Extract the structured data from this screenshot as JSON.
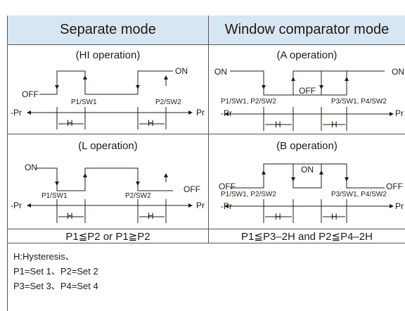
{
  "header": {
    "separate": "Separate mode",
    "window": "Window comparator mode"
  },
  "panels": {
    "hi": {
      "title": "(HI operation)",
      "on": "ON",
      "off": "OFF",
      "sw1": "P1/SW1",
      "sw2": "P2/SW2",
      "neg": "-Pr",
      "pos": "Pr",
      "h": "H"
    },
    "a": {
      "title": "(A operation)",
      "on_left": "ON",
      "on_right": "ON",
      "off": "OFF",
      "sw_left": "P1/SW1, P2/SW2",
      "sw_right": "P3/SW1, P4/SW2",
      "neg": "-Pr",
      "pos": "Pr",
      "h": "H"
    },
    "l": {
      "title": "(L operation)",
      "on": "ON",
      "off": "OFF",
      "sw1": "P1/SW1",
      "sw2": "P2/SW2",
      "neg": "-Pr",
      "pos": "Pr",
      "h": "H"
    },
    "b": {
      "title": "(B operation)",
      "on": "ON",
      "off_left": "OFF",
      "off_right": "OFF",
      "sw_left": "P1/SW1, P2/SW2",
      "sw_right": "P3/SW1, P4/SW2",
      "neg": "-Pr",
      "pos": "Pr",
      "h": "H"
    }
  },
  "conditions": {
    "separate": "P1≦P2  or  P1≧P2",
    "window": "P1≦P3–2H  and  P2≦P4–2H"
  },
  "notes": {
    "line1": "H:Hysteresis、",
    "line2": "P1=Set 1、P2=Set 2",
    "line3": "P3=Set 3、P4=Set 4"
  },
  "colors": {
    "header_bg": "#d7e6f3",
    "border": "#555555",
    "text": "#231815"
  }
}
